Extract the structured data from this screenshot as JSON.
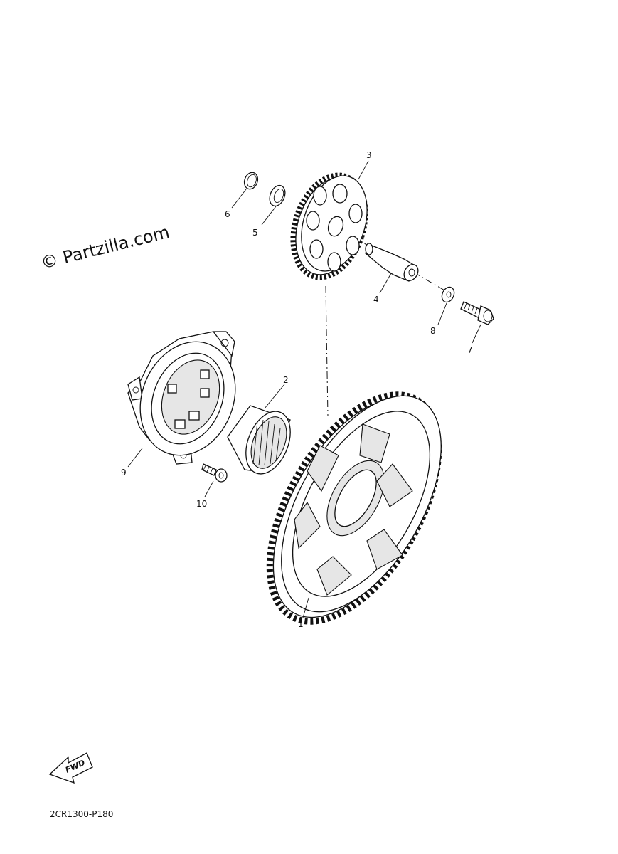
{
  "watermark": "© Partzilla.com",
  "diagram_code": "2CR1300-P180",
  "fwd_label": "FWD",
  "callouts": [
    "1",
    "2",
    "3",
    "4",
    "5",
    "6",
    "7",
    "8",
    "9",
    "10"
  ]
}
